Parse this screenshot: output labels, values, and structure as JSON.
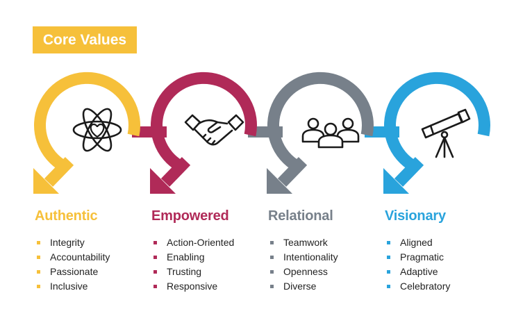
{
  "header": {
    "title": "Core Values",
    "color": "#f6c03a"
  },
  "values": [
    {
      "name": "Authentic",
      "color": "#f6c03a",
      "icon": "atom-heart-icon",
      "items": [
        "Integrity",
        "Accountability",
        "Passionate",
        "Inclusive"
      ]
    },
    {
      "name": "Empowered",
      "color": "#b02a58",
      "icon": "handshake-icon",
      "items": [
        "Action-Oriented",
        "Enabling",
        "Trusting",
        "Responsive"
      ]
    },
    {
      "name": "Relational",
      "color": "#77808a",
      "icon": "team-people-icon",
      "items": [
        "Teamwork",
        "Intentionality",
        "Openness",
        "Diverse"
      ]
    },
    {
      "name": "Visionary",
      "color": "#29a3dc",
      "icon": "telescope-icon",
      "items": [
        "Aligned",
        "Pragmatic",
        "Adaptive",
        "Celebratory"
      ]
    }
  ]
}
